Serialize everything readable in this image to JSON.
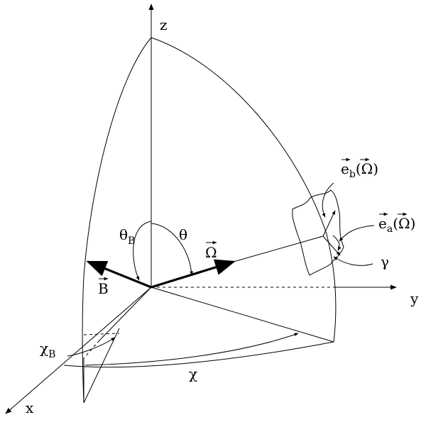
{
  "axes": {
    "x": "x",
    "y": "y",
    "z": "z"
  },
  "labels": {
    "theta": "θ",
    "theta_b_main": "θ",
    "theta_b_sub": "B",
    "omega": "Ω",
    "b_vector": "B",
    "chi": "χ",
    "chi_b_main": "χ",
    "chi_b_sub": "B",
    "gamma": "γ",
    "e_a_main": "e",
    "e_a_sub": "a",
    "e_a_arg": "(Ω)",
    "e_b_main": "e",
    "e_b_sub": "b",
    "e_b_arg": "(Ω)"
  }
}
